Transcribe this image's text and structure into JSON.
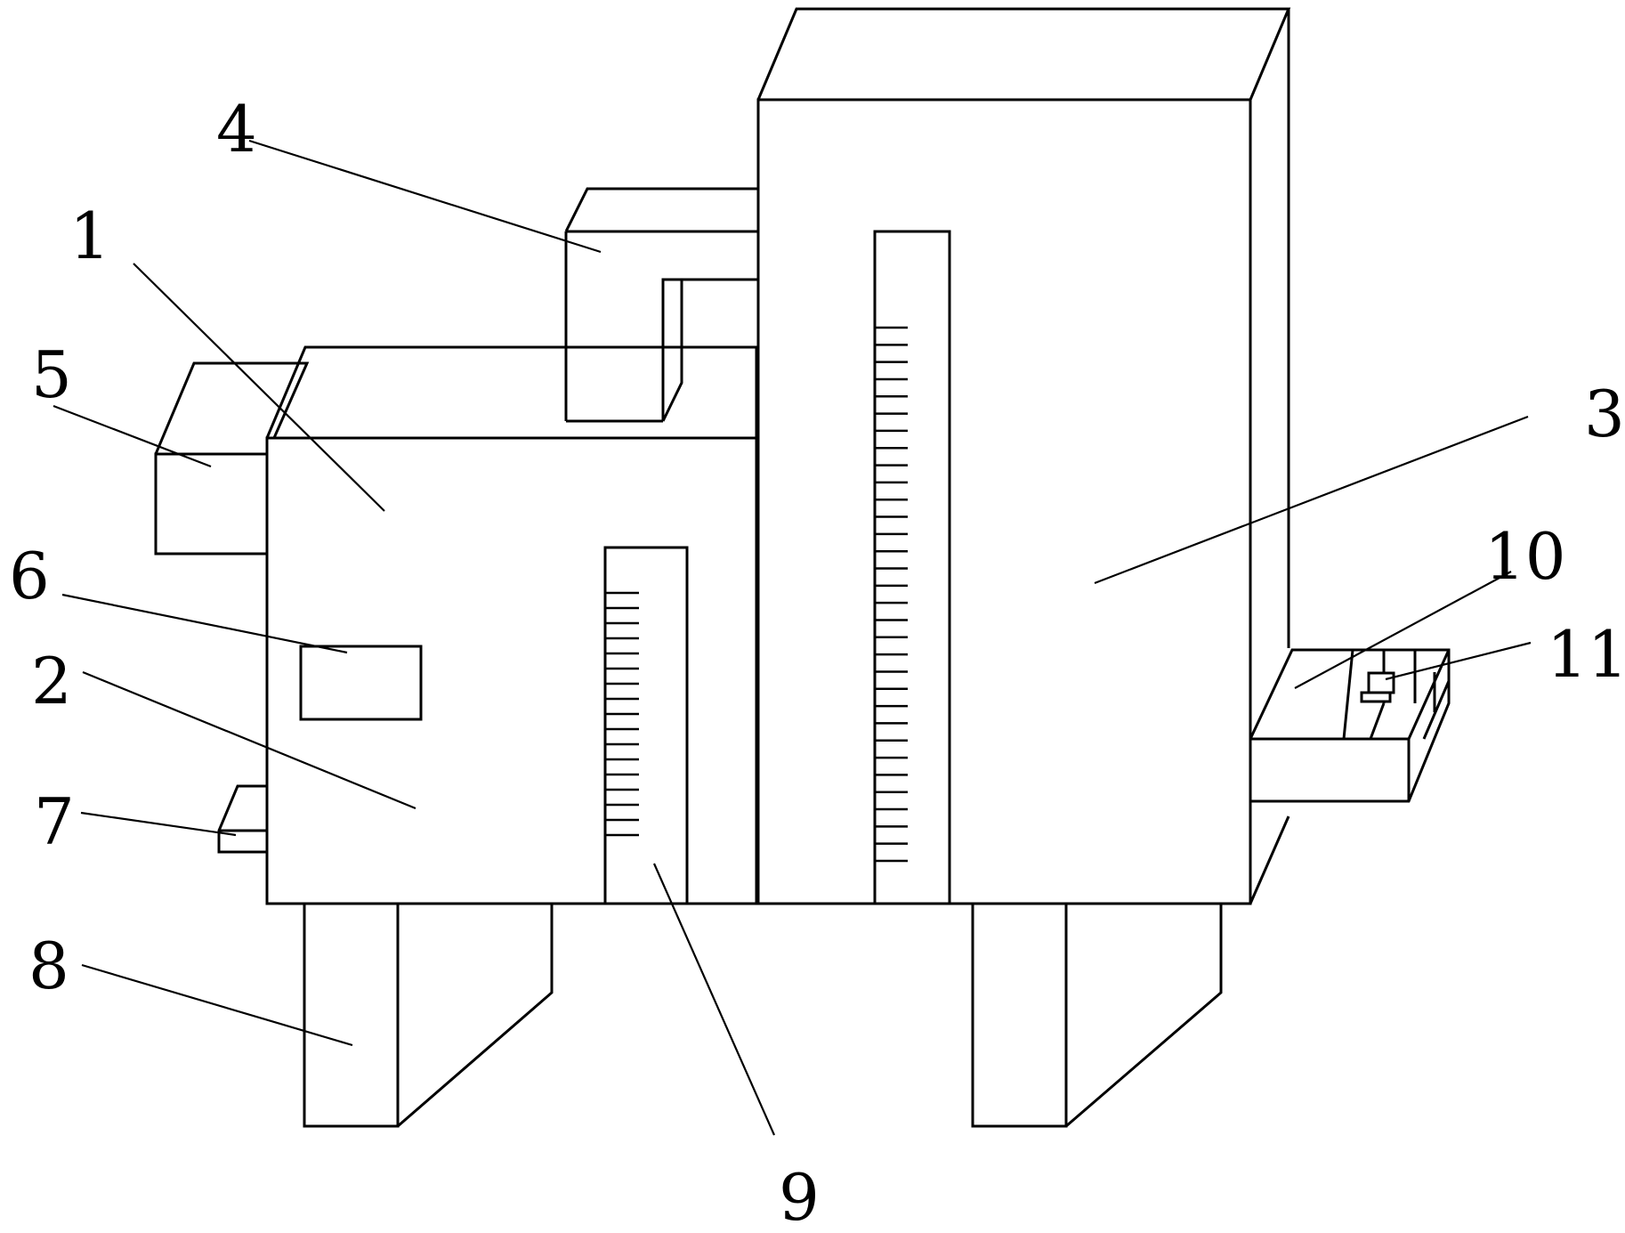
{
  "labels": {
    "1": "1",
    "2": "2",
    "3": "3",
    "4": "4",
    "5": "5",
    "6": "6",
    "7": "7",
    "8": "8",
    "9": "9",
    "10": "10",
    "11": "11"
  },
  "scales": {
    "left_ticks": 17,
    "right_ticks": 32
  }
}
